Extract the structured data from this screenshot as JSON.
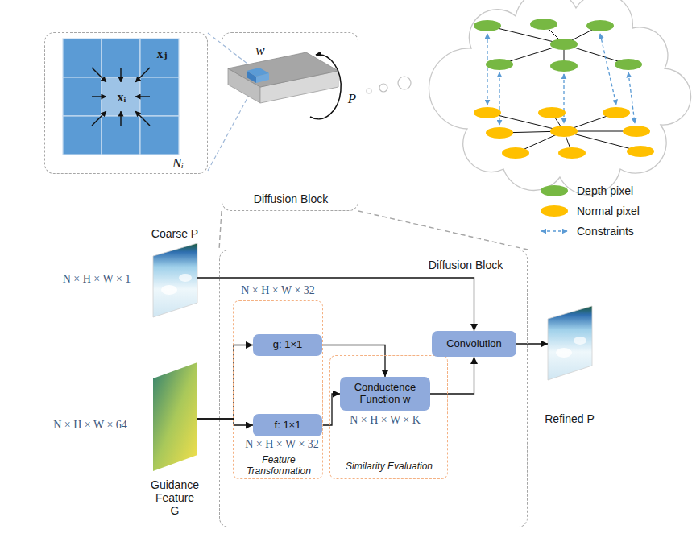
{
  "diagram": {
    "nodes": [
      {
        "text": [
          "xⱼ",
          "xᵢ",
          "Nᵢ"
        ]
      },
      {
        "text": [
          "w",
          "P",
          "Diffusion Block"
        ]
      },
      {
        "text": [
          "Coarse P"
        ]
      },
      {
        "text": [
          "Diffusion Block"
        ]
      },
      {
        "text": [
          "Feature Transformation"
        ],
        "in": 3
      },
      {
        "text": [
          "g: 1×1"
        ],
        "in": 4
      },
      {
        "text": [
          "f: 1×1"
        ],
        "in": 4
      },
      {
        "text": [
          "Similarity Evaluation"
        ],
        "in": 3
      },
      {
        "text": [
          "Conductence Function w"
        ],
        "in": 7
      },
      {
        "text": [
          "Convolution"
        ],
        "in": 3
      },
      {
        "text": [
          "Guidance Feature G"
        ]
      },
      {
        "text": [
          "Refined P"
        ]
      }
    ],
    "edges": [
      {
        "from": 1,
        "to": 3,
        "arrow": "none"
      },
      {
        "from": 1,
        "to": 3,
        "arrow": "none"
      },
      {
        "from": 2,
        "to": 9,
        "arrow": "to"
      },
      {
        "from": 10,
        "to": 5,
        "arrow": "to"
      },
      {
        "from": 10,
        "to": 6,
        "arrow": "to"
      },
      {
        "from": 5,
        "to": 8,
        "arrow": "to"
      },
      {
        "from": 6,
        "to": 8,
        "arrow": "to"
      },
      {
        "from": 8,
        "to": 9,
        "arrow": "to"
      },
      {
        "from": 9,
        "to": 11,
        "arrow": "to"
      }
    ],
    "labels": [
      "N × H × W × 1",
      "N × H × W × 64",
      "N × H × W × 32",
      "N × H × W × 32",
      "N × H × W × K"
    ],
    "legend": [
      {
        "text": "Depth pixel",
        "color": "#77b843"
      },
      {
        "text": "Normal pixel",
        "color": "#ffc000"
      },
      {
        "text": "Constraints"
      }
    ]
  }
}
